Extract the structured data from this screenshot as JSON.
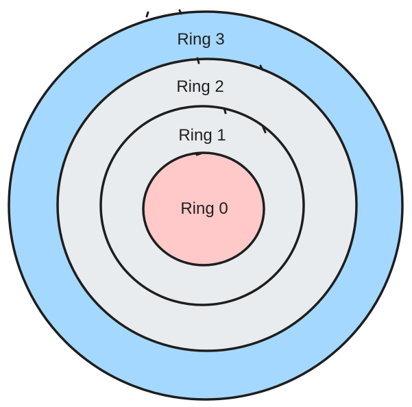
{
  "rings": [
    {
      "id": "ring-3",
      "label": "Ring 3",
      "fill": "#a5d8ff"
    },
    {
      "id": "ring-2",
      "label": "Ring 2",
      "fill": "#e9ecef"
    },
    {
      "id": "ring-1",
      "label": "Ring 1",
      "fill": "#e9ecef"
    },
    {
      "id": "ring-0",
      "label": "Ring 0",
      "fill": "#ffc9c9"
    }
  ],
  "colors": {
    "stroke": "#1e1e1e",
    "text": "#1f1f1f",
    "background": "#ffffff"
  }
}
